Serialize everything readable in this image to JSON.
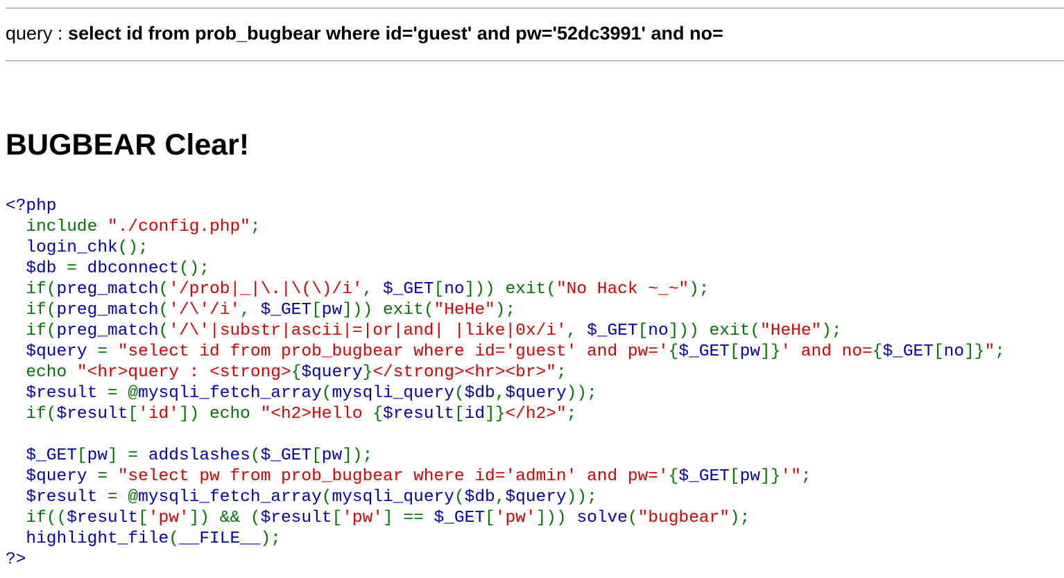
{
  "query_bar": {
    "prefix": "query : ",
    "query": "select id from prob_bugbear where id='guest' and pw='52dc3991' and no="
  },
  "result": {
    "heading": "BUGBEAR Clear!"
  },
  "colors": {
    "php_default": "#0000bb",
    "php_keyword": "#007700",
    "php_string": "#dd0000"
  },
  "source_code": {
    "language": "php",
    "lines": [
      [
        [
          "<?php",
          "default"
        ]
      ],
      [
        [
          "  include ",
          "keyword"
        ],
        [
          "\"./config.php\"",
          "string"
        ],
        [
          ";",
          "keyword"
        ]
      ],
      [
        [
          "  login_chk",
          "default"
        ],
        [
          "();",
          "keyword"
        ]
      ],
      [
        [
          "  $db ",
          "default"
        ],
        [
          "= ",
          "keyword"
        ],
        [
          "dbconnect",
          "default"
        ],
        [
          "();",
          "keyword"
        ]
      ],
      [
        [
          "  if(",
          "keyword"
        ],
        [
          "preg_match",
          "default"
        ],
        [
          "(",
          "keyword"
        ],
        [
          "'/prob|_|\\.|\\(\\)/i'",
          "string"
        ],
        [
          ", ",
          "keyword"
        ],
        [
          "$_GET",
          "default"
        ],
        [
          "[",
          "keyword"
        ],
        [
          "no",
          "default"
        ],
        [
          "])) exit(",
          "keyword"
        ],
        [
          "\"No Hack ~_~\"",
          "string"
        ],
        [
          ");",
          "keyword"
        ]
      ],
      [
        [
          "  if(",
          "keyword"
        ],
        [
          "preg_match",
          "default"
        ],
        [
          "(",
          "keyword"
        ],
        [
          "'/\\'/i'",
          "string"
        ],
        [
          ", ",
          "keyword"
        ],
        [
          "$_GET",
          "default"
        ],
        [
          "[",
          "keyword"
        ],
        [
          "pw",
          "default"
        ],
        [
          "])) exit(",
          "keyword"
        ],
        [
          "\"HeHe\"",
          "string"
        ],
        [
          ");",
          "keyword"
        ]
      ],
      [
        [
          "  if(",
          "keyword"
        ],
        [
          "preg_match",
          "default"
        ],
        [
          "(",
          "keyword"
        ],
        [
          "'/\\'|substr|ascii|=|or|and| |like|0x/i'",
          "string"
        ],
        [
          ", ",
          "keyword"
        ],
        [
          "$_GET",
          "default"
        ],
        [
          "[",
          "keyword"
        ],
        [
          "no",
          "default"
        ],
        [
          "])) exit(",
          "keyword"
        ],
        [
          "\"HeHe\"",
          "string"
        ],
        [
          ");",
          "keyword"
        ]
      ],
      [
        [
          "  $query ",
          "default"
        ],
        [
          "= ",
          "keyword"
        ],
        [
          "\"select id from prob_bugbear where id='guest' and pw='",
          "string"
        ],
        [
          "{",
          "keyword"
        ],
        [
          "$_GET",
          "default"
        ],
        [
          "[",
          "keyword"
        ],
        [
          "pw",
          "default"
        ],
        [
          "]}",
          "keyword"
        ],
        [
          "' and no=",
          "string"
        ],
        [
          "{",
          "keyword"
        ],
        [
          "$_GET",
          "default"
        ],
        [
          "[",
          "keyword"
        ],
        [
          "no",
          "default"
        ],
        [
          "]}",
          "keyword"
        ],
        [
          "\"",
          "string"
        ],
        [
          ";",
          "keyword"
        ]
      ],
      [
        [
          "  echo ",
          "keyword"
        ],
        [
          "\"<hr>query : <strong>",
          "string"
        ],
        [
          "{",
          "keyword"
        ],
        [
          "$query",
          "default"
        ],
        [
          "}",
          "keyword"
        ],
        [
          "</strong><hr><br>\"",
          "string"
        ],
        [
          ";",
          "keyword"
        ]
      ],
      [
        [
          "  $result ",
          "default"
        ],
        [
          "= @",
          "keyword"
        ],
        [
          "mysqli_fetch_array",
          "default"
        ],
        [
          "(",
          "keyword"
        ],
        [
          "mysqli_query",
          "default"
        ],
        [
          "(",
          "keyword"
        ],
        [
          "$db",
          "default"
        ],
        [
          ",",
          "keyword"
        ],
        [
          "$query",
          "default"
        ],
        [
          "));",
          "keyword"
        ]
      ],
      [
        [
          "  if(",
          "keyword"
        ],
        [
          "$result",
          "default"
        ],
        [
          "[",
          "keyword"
        ],
        [
          "'id'",
          "string"
        ],
        [
          "]) echo ",
          "keyword"
        ],
        [
          "\"<h2>Hello ",
          "string"
        ],
        [
          "{",
          "keyword"
        ],
        [
          "$result",
          "default"
        ],
        [
          "[",
          "keyword"
        ],
        [
          "id",
          "default"
        ],
        [
          "]}",
          "keyword"
        ],
        [
          "</h2>\"",
          "string"
        ],
        [
          ";",
          "keyword"
        ]
      ],
      [
        [
          "",
          "default"
        ]
      ],
      [
        [
          "  $_GET",
          "default"
        ],
        [
          "[",
          "keyword"
        ],
        [
          "pw",
          "default"
        ],
        [
          "] = ",
          "keyword"
        ],
        [
          "addslashes",
          "default"
        ],
        [
          "(",
          "keyword"
        ],
        [
          "$_GET",
          "default"
        ],
        [
          "[",
          "keyword"
        ],
        [
          "pw",
          "default"
        ],
        [
          "]);",
          "keyword"
        ]
      ],
      [
        [
          "  $query ",
          "default"
        ],
        [
          "= ",
          "keyword"
        ],
        [
          "\"select pw from prob_bugbear where id='admin' and pw='",
          "string"
        ],
        [
          "{",
          "keyword"
        ],
        [
          "$_GET",
          "default"
        ],
        [
          "[",
          "keyword"
        ],
        [
          "pw",
          "default"
        ],
        [
          "]}",
          "keyword"
        ],
        [
          "'\"",
          "string"
        ],
        [
          ";",
          "keyword"
        ]
      ],
      [
        [
          "  $result ",
          "default"
        ],
        [
          "= @",
          "keyword"
        ],
        [
          "mysqli_fetch_array",
          "default"
        ],
        [
          "(",
          "keyword"
        ],
        [
          "mysqli_query",
          "default"
        ],
        [
          "(",
          "keyword"
        ],
        [
          "$db",
          "default"
        ],
        [
          ",",
          "keyword"
        ],
        [
          "$query",
          "default"
        ],
        [
          "));",
          "keyword"
        ]
      ],
      [
        [
          "  if((",
          "keyword"
        ],
        [
          "$result",
          "default"
        ],
        [
          "[",
          "keyword"
        ],
        [
          "'pw'",
          "string"
        ],
        [
          "]) && (",
          "keyword"
        ],
        [
          "$result",
          "default"
        ],
        [
          "[",
          "keyword"
        ],
        [
          "'pw'",
          "string"
        ],
        [
          "] == ",
          "keyword"
        ],
        [
          "$_GET",
          "default"
        ],
        [
          "[",
          "keyword"
        ],
        [
          "'pw'",
          "string"
        ],
        [
          "])) ",
          "keyword"
        ],
        [
          "solve",
          "default"
        ],
        [
          "(",
          "keyword"
        ],
        [
          "\"bugbear\"",
          "string"
        ],
        [
          ");",
          "keyword"
        ]
      ],
      [
        [
          "  highlight_file",
          "default"
        ],
        [
          "(",
          "keyword"
        ],
        [
          "__FILE__",
          "default"
        ],
        [
          ");",
          "keyword"
        ]
      ],
      [
        [
          "?>",
          "default"
        ]
      ]
    ]
  }
}
